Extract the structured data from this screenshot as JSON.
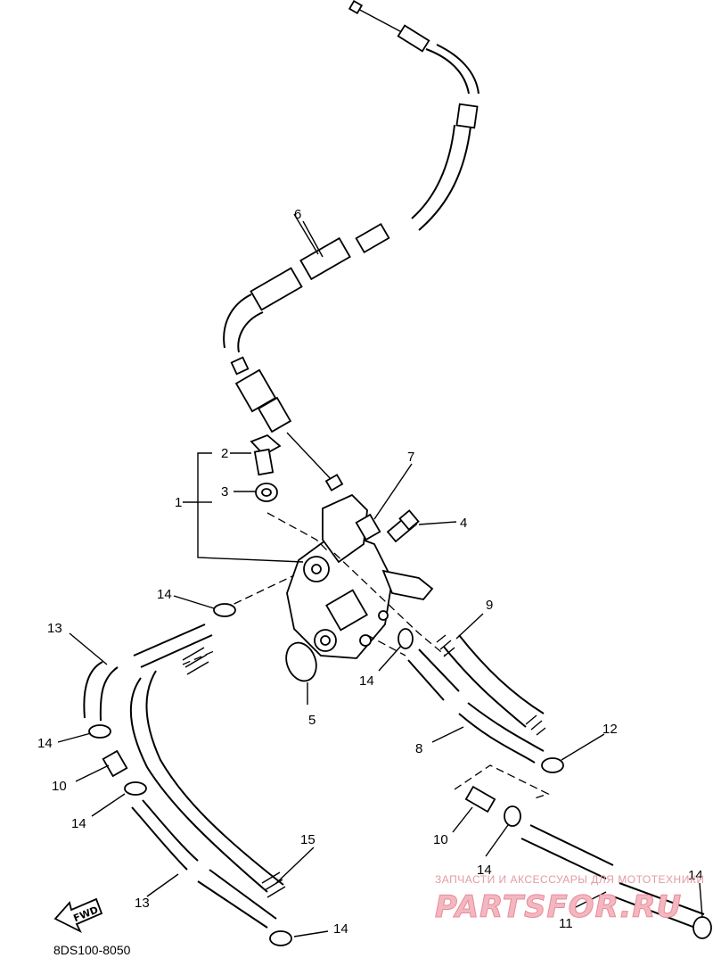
{
  "labels": {
    "l1": "1",
    "l2": "2",
    "l3": "3",
    "l4": "4",
    "l5": "5",
    "l6": "6",
    "l7": "7",
    "l8": "8",
    "l9": "9",
    "l10a": "10",
    "l10b": "10",
    "l11": "11",
    "l12": "12",
    "l13a": "13",
    "l13b": "13",
    "l14a": "14",
    "l14b": "14",
    "l14c": "14",
    "l14d": "14",
    "l14e": "14",
    "l14f": "14",
    "l14g": "14",
    "l15": "15"
  },
  "diagram_code": "8DS100-8050",
  "fwd_label": "FWD",
  "watermark": {
    "top_text": "ЗАПЧАСТИ И АКСЕССУАРЫ ДЛЯ МОТОТЕХНИКИ",
    "logo_text": "PARTSFOR.RU"
  }
}
